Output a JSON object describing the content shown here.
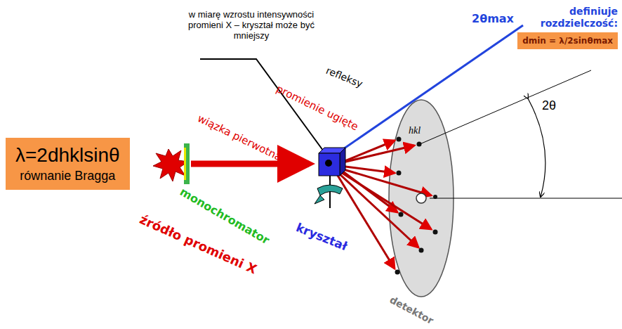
{
  "diagram": {
    "nodes": [
      {
        "text": [
          "λ=2dhklsinθ",
          "równanie Bragga"
        ]
      },
      {
        "text": [
          "definiuje rozdzielczość:",
          "dmin = λ/2sinθmax"
        ]
      }
    ],
    "labels": [
      "w miarę wzrostu intensywności promieni X – kryształ może być mniejszy",
      "2θmax",
      "refleksy",
      "promienie ugięte",
      "wiązka pierwotna",
      "monochromator",
      "źródło promieni X",
      "kryształ",
      "detektor",
      "hkl",
      "2θ"
    ]
  }
}
